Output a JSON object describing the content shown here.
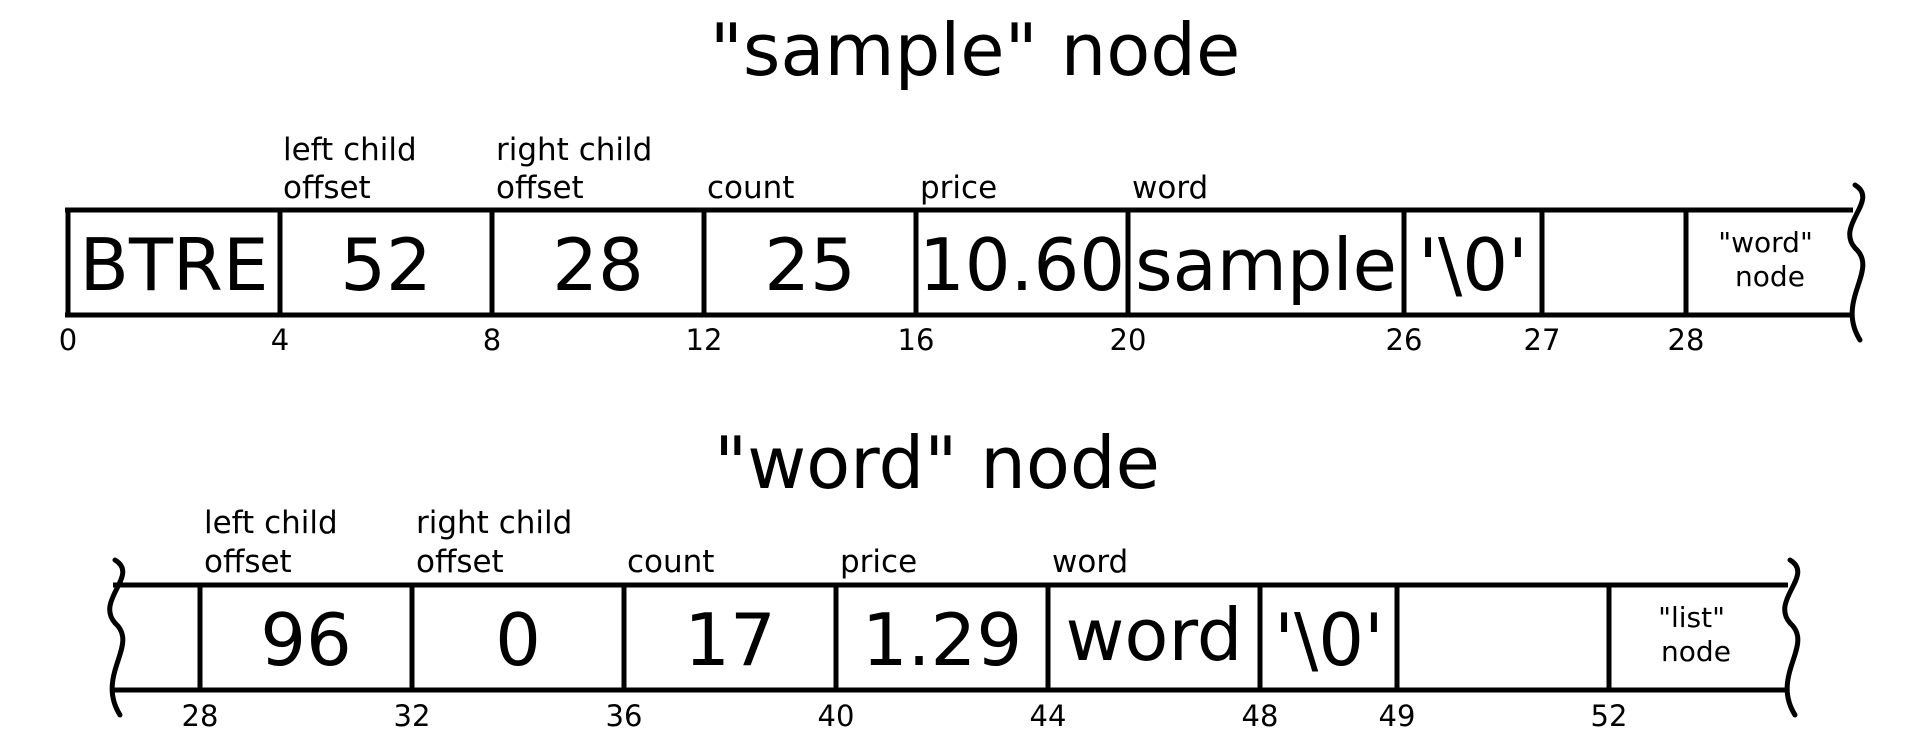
{
  "diagrams": [
    {
      "title": "\"sample\" node",
      "labels": [
        {
          "lines": [
            "left child",
            "offset"
          ]
        },
        {
          "lines": [
            "right child",
            "offset"
          ]
        },
        {
          "lines": [
            "count"
          ]
        },
        {
          "lines": [
            "price"
          ]
        },
        {
          "lines": [
            "word"
          ]
        }
      ],
      "cells": [
        {
          "value": "BTRE"
        },
        {
          "value": "52"
        },
        {
          "value": "28"
        },
        {
          "value": "25"
        },
        {
          "value": "10.60"
        },
        {
          "value": "sample"
        },
        {
          "value": "'\\0'"
        },
        {
          "value": ""
        },
        {
          "value": "\"word\"\nnode",
          "small": true
        }
      ],
      "offsets": [
        "0",
        "4",
        "8",
        "12",
        "16",
        "20",
        "26",
        "27",
        "28"
      ]
    },
    {
      "title": "\"word\" node",
      "labels": [
        {
          "lines": [
            "left child",
            "offset"
          ]
        },
        {
          "lines": [
            "right child",
            "offset"
          ]
        },
        {
          "lines": [
            "count"
          ]
        },
        {
          "lines": [
            "price"
          ]
        },
        {
          "lines": [
            "word"
          ]
        }
      ],
      "cells": [
        {
          "value": ""
        },
        {
          "value": "96"
        },
        {
          "value": "0"
        },
        {
          "value": "17"
        },
        {
          "value": "1.29"
        },
        {
          "value": "word"
        },
        {
          "value": "'\\0'"
        },
        {
          "value": ""
        },
        {
          "value": "\"list\"\nnode",
          "small": true
        }
      ],
      "offsets": [
        "28",
        "32",
        "36",
        "40",
        "44",
        "48",
        "49",
        "52"
      ]
    }
  ]
}
